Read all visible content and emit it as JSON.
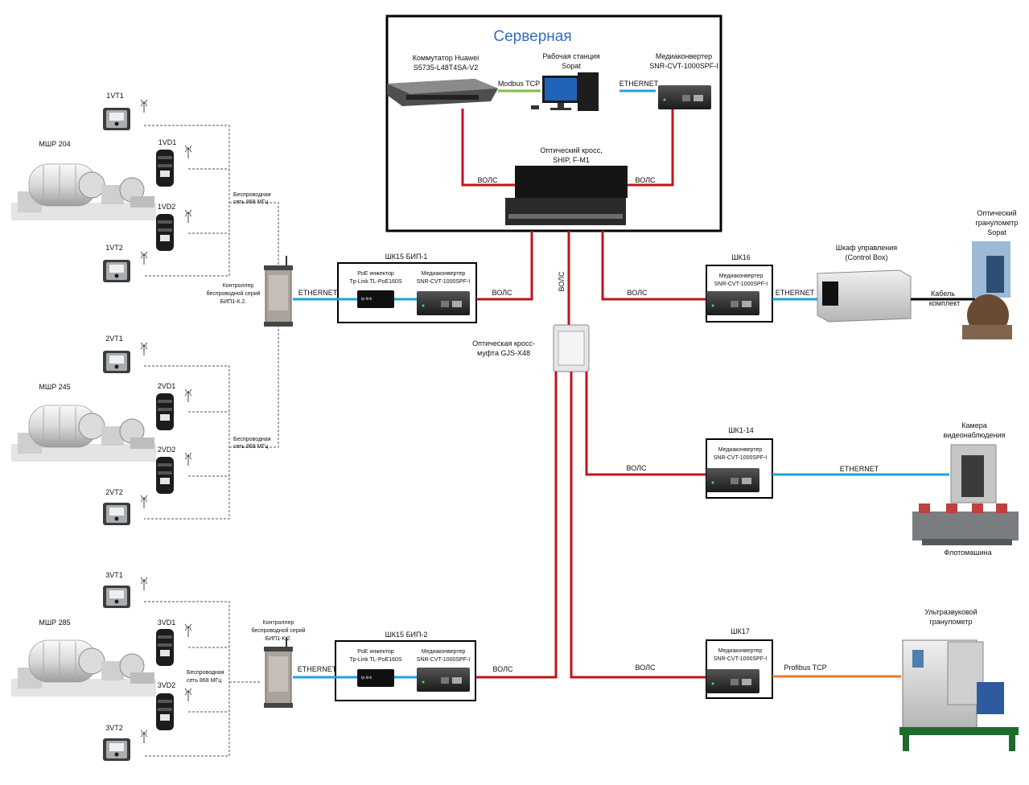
{
  "server_room": {
    "title": "Серверная",
    "switch_label_1": "Коммутатор Huawei",
    "switch_label_2": "S5735-L48T4SA-V2",
    "workstation_label_1": "Рабочая станция",
    "workstation_label_2": "Sopat",
    "mc_label_1": "Медиаконвертер",
    "mc_label_2": "SNR-CVT-1000SPF-I",
    "modbus": "Modbus TCP",
    "ethernet": "ETHERNET",
    "cross_label_1": "Оптический кросс,",
    "cross_label_2": "SHIP, F-M1",
    "volс_left": "ВОЛС",
    "volс_right": "ВОЛС"
  },
  "groups": [
    {
      "mill": "МШР 204",
      "vt1": "1VT1",
      "vd1": "1VD1",
      "vd2": "1VD2",
      "vt2": "1VT2",
      "net_1": "Беспроводная",
      "net_2": "сеть 868 МГц"
    },
    {
      "mill": "МШР 245",
      "vt1": "2VT1",
      "vd1": "2VD1",
      "vd2": "2VD2",
      "vt2": "2VT2",
      "net_1": "Беспроводная",
      "net_2": "сеть 868 МГц"
    },
    {
      "mill": "МШР 285",
      "vt1": "3VT1",
      "vd1": "3VD1",
      "vd2": "3VD2",
      "vt2": "3VT2",
      "net_1": "Беспроводная",
      "net_2": "сеть 868 МГц"
    }
  ],
  "controller_1": {
    "line1": "Контроллер",
    "line2": "беспроводной серий",
    "line3": "БИП1-К.2."
  },
  "controller_2": {
    "line1": "Контроллер",
    "line2": "беспроводной серий",
    "line3": "БИП1-К.2."
  },
  "cab_bip1": {
    "title": "ШК15 БИП-1",
    "poe_1": "PoE инжектор",
    "poe_2": "Tp-Link TL-PoE160S",
    "mc_1": "Медиаконвертер",
    "mc_2": "SNR-CVT-1000SPF-I",
    "eth": "ETHERNET",
    "vols": "ВОЛС"
  },
  "cab_bip2": {
    "title": "ШК15 БИП-2",
    "poe_1": "PoE инжектор",
    "poe_2": "Tp-Link TL-PoE160S",
    "mc_1": "Медиаконвертер",
    "mc_2": "SNR-CVT-1000SPF-I",
    "eth": "ETHERNET",
    "vols": "ВОЛС"
  },
  "vols_vertical": "ВОЛС",
  "splice": {
    "line1": "Оптическая кросс-",
    "line2": "муфта GJS-X48"
  },
  "cab16": {
    "title": "ШК16",
    "mc_1": "Медиаконвертер",
    "mc_2": "SNR-CVT-1000SPF-I",
    "vols": "ВОЛС",
    "eth": "ETHERNET"
  },
  "control_box": {
    "line1": "Шкаф управления",
    "line2": "(Control Box)"
  },
  "cable": {
    "line1": "Кабель",
    "line2": "комплект"
  },
  "sopat": {
    "line1": "Оптический",
    "line2": "гранулометр",
    "line3": "Sopat"
  },
  "cab1_14": {
    "title": "ШК1-14",
    "mc_1": "Медиаконвертер",
    "mc_2": "SNR-CVT-1000SPF-I",
    "vols": "ВОЛС",
    "eth": "ETHERNET"
  },
  "camera": {
    "line1": "Камера",
    "line2": "видеонаблюдения"
  },
  "flotation": "Флотомашина",
  "cab17": {
    "title": "ШК17",
    "mc_1": "Медиаконвертер",
    "mc_2": "SNR-CVT-1000SPF-I",
    "vols": "ВОЛС",
    "profibus": "Profibus TCP"
  },
  "ultrasonic": {
    "line1": "Ультразвуковой",
    "line2": "гранулометр"
  },
  "colors": {
    "vols": "#c0141c",
    "ethernet": "#1aa3e0",
    "modbus": "#7ac142",
    "profibus": "#e8792b",
    "title": "#2f6ec0"
  }
}
